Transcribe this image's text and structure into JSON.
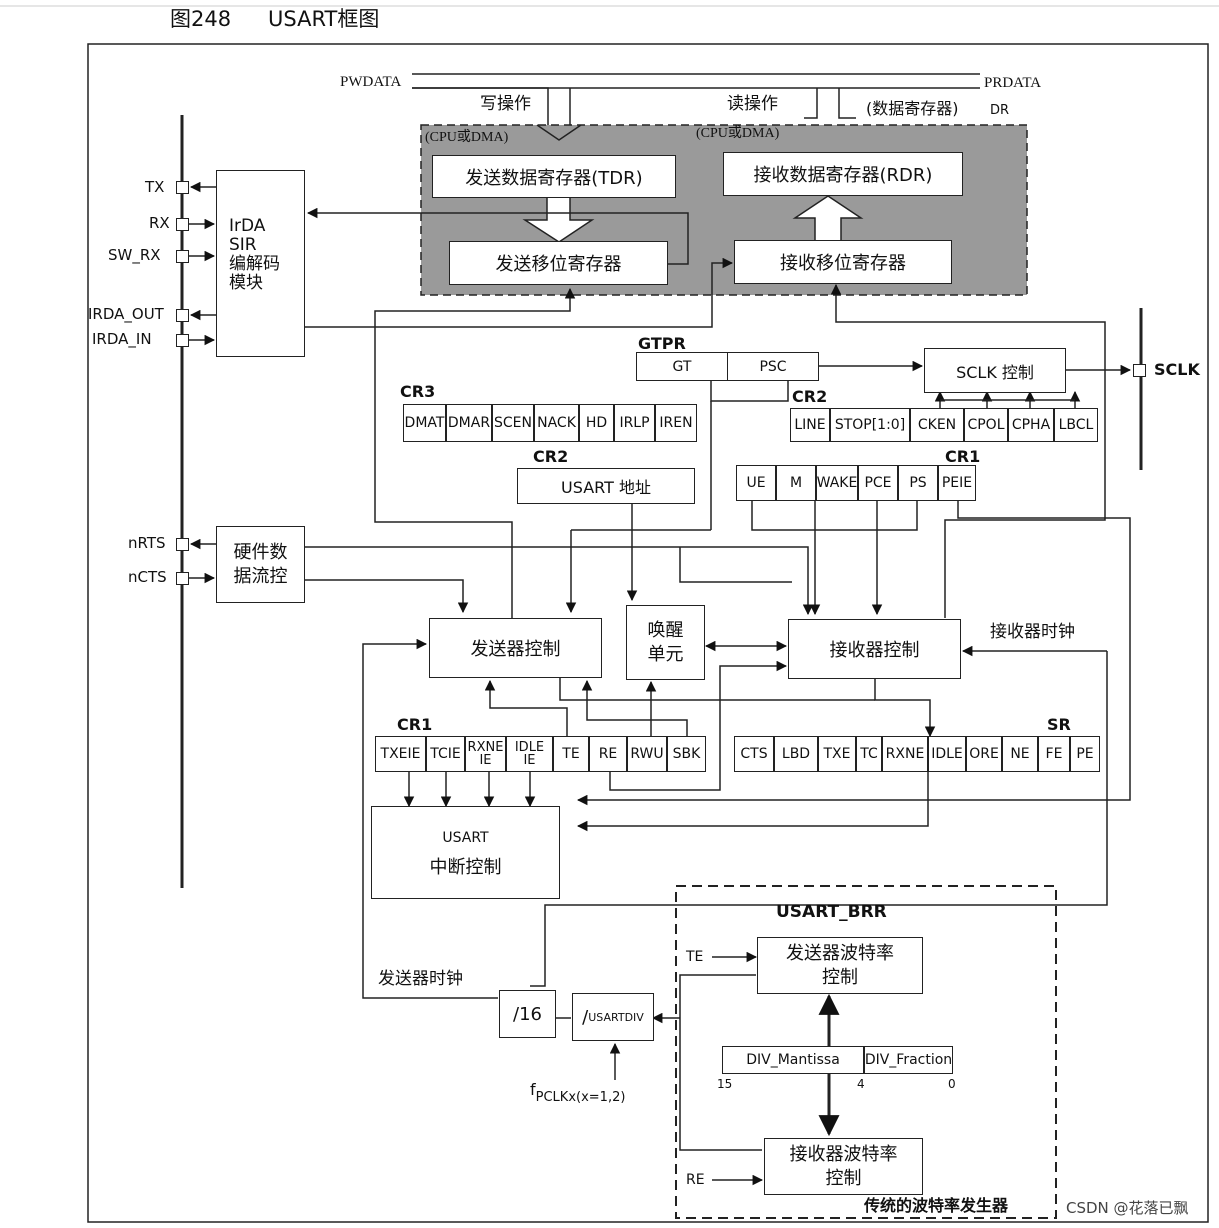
{
  "figure": {
    "number": "图248",
    "title": "USART框图"
  },
  "bus": {
    "pwdata": "PWDATA",
    "prdata": "PRDATA",
    "write_op": "写操作",
    "read_op": "读操作",
    "cpu_dma_left": "(CPU或DMA)",
    "cpu_dma_right": "(CPU或DMA)",
    "data_register": "(数据寄存器)",
    "dr": "DR"
  },
  "registers": {
    "tdr": "发送数据寄存器(TDR)",
    "rdr": "接收数据寄存器(RDR)",
    "tx_shift": "发送移位寄存器",
    "rx_shift": "接收移位寄存器"
  },
  "pins_left": {
    "tx": "TX",
    "rx": "RX",
    "sw_rx": "SW_RX",
    "irda_out": "IRDA_OUT",
    "irda_in": "IRDA_IN",
    "nrts": "nRTS",
    "ncts": "nCTS"
  },
  "irda": {
    "line1": "IrDA",
    "line2": "SIR",
    "line3": "编解码",
    "line4": "模块"
  },
  "flow": {
    "line1": "硬件数",
    "line2": "据流控"
  },
  "gtpr": {
    "label": "GTPR",
    "gt": "GT",
    "psc": "PSC"
  },
  "sclk": {
    "control": "SCLK 控制",
    "pin": "SCLK"
  },
  "cr3": {
    "label": "CR3",
    "bits": [
      "DMAT",
      "DMAR",
      "SCEN",
      "NACK",
      "HD",
      "IRLP",
      "IREN"
    ]
  },
  "cr2_top": {
    "label": "CR2",
    "bits": [
      "LINE",
      "STOP[1:0]",
      "CKEN",
      "CPOL",
      "CPHA",
      "LBCL"
    ]
  },
  "cr2_addr": {
    "label": "CR2",
    "text": "USART 地址"
  },
  "cr1_top": {
    "label": "CR1",
    "bits": [
      "UE",
      "M",
      "WAKE",
      "PCE",
      "PS",
      "PEIE"
    ]
  },
  "blocks": {
    "tx_ctrl": "发送器控制",
    "wake_1": "唤醒",
    "wake_2": "单元",
    "rx_ctrl": "接收器控制",
    "rx_clock": "接收器时钟",
    "tx_clock": "发送器时钟",
    "int_1": "USART",
    "int_2": "中断控制"
  },
  "cr1_bottom": {
    "label": "CR1",
    "bits": [
      [
        "TXEIE"
      ],
      [
        "TCIE"
      ],
      [
        "RXNE",
        "IE"
      ],
      [
        "IDLE",
        "IE"
      ],
      [
        "TE"
      ],
      [
        "RE"
      ],
      [
        "RWU"
      ],
      [
        "SBK"
      ]
    ]
  },
  "sr": {
    "label": "SR",
    "bits": [
      "CTS",
      "LBD",
      "TXE",
      "TC",
      "RXNE",
      "IDLE",
      "ORE",
      "NE",
      "FE",
      "PE"
    ]
  },
  "baud": {
    "brr": "USART_BRR",
    "te": "TE",
    "re": "RE",
    "tx_rate_1": "发送器波特率",
    "tx_rate_2": "控制",
    "rx_rate_1": "接收器波特率",
    "rx_rate_2": "控制",
    "div16": "/16",
    "usartdiv_slash": "/",
    "usartdiv": "USARTDIV",
    "mantissa": "DIV_Mantissa",
    "fraction": "DIV_Fraction",
    "b15": "15",
    "b4": "4",
    "b0": "0",
    "fpclk_f": "f",
    "fpclk_sub": "PCLKx(x=1,2)",
    "legacy": "传统的波特率发生器"
  },
  "watermark": "CSDN @花落已飘"
}
